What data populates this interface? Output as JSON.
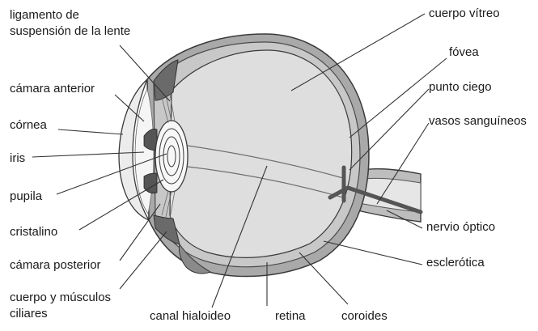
{
  "labels": {
    "ligamento": [
      "ligamento de",
      "suspensión de la lente"
    ],
    "camara_anterior": "cámara anterior",
    "cornea": "córnea",
    "iris": "iris",
    "pupila": "pupila",
    "cristalino": "cristalino",
    "camara_posterior": "cámara posterior",
    "cuerpo_musculos": [
      "cuerpo y músculos",
      "ciliares"
    ],
    "canal_hialoideo": "canal hialoideo",
    "retina": "retina",
    "coroides": "coroides",
    "cuerpo_vitreo": "cuerpo vítreo",
    "fovea": "fóvea",
    "punto_ciego": "punto ciego",
    "vasos": "vasos sanguíneos",
    "nervio": "nervio óptico",
    "esclerotica": "esclerótica"
  },
  "colors": {
    "outline": "#3a3a3a",
    "sclera": "#a9a9a9",
    "choroid": "#c4c4c4",
    "vitreous": "#dedede",
    "dark_tissue": "#6a6a6a",
    "vessel": "#555555",
    "leader_line": "#333333"
  }
}
